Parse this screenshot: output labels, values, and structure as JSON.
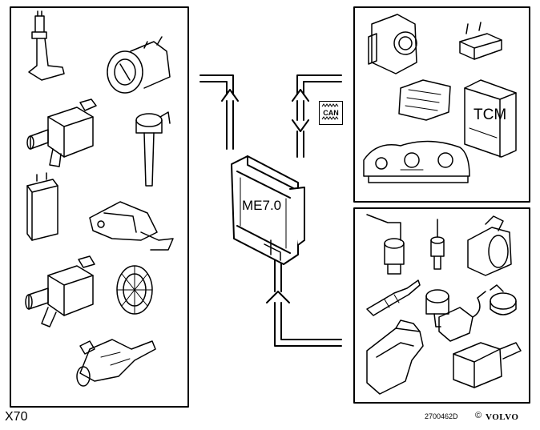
{
  "figure": {
    "model_label": "X70",
    "figure_number": "2700462D",
    "copyright_mark": "©",
    "brand": "VOLVO"
  },
  "center_unit": {
    "label": "ME7.0"
  },
  "right_top_panel": {
    "tcm_label": "TCM"
  },
  "can_badge": {
    "label": "CAN"
  }
}
